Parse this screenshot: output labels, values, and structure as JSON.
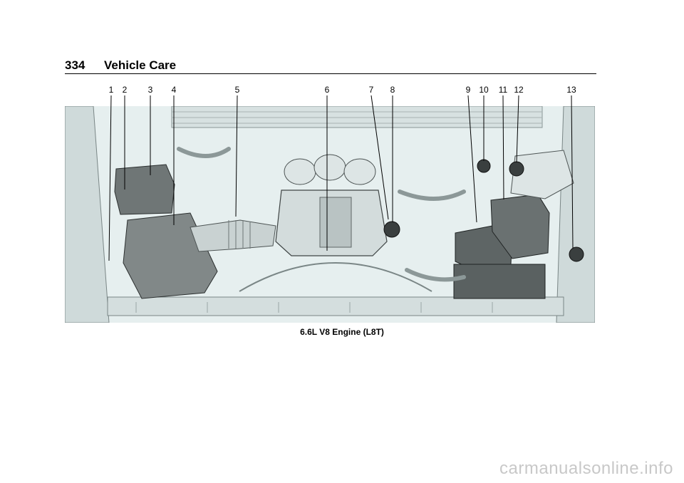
{
  "header": {
    "page_number": "334",
    "section_title": "Vehicle Care"
  },
  "figure": {
    "callouts": [
      "1",
      "2",
      "3",
      "4",
      "5",
      "6",
      "7",
      "8",
      "9",
      "10",
      "11",
      "12",
      "13"
    ],
    "caption": "6.6L V8 Engine (L8T)"
  },
  "watermark": {
    "text": "carmanualsonline.info"
  }
}
